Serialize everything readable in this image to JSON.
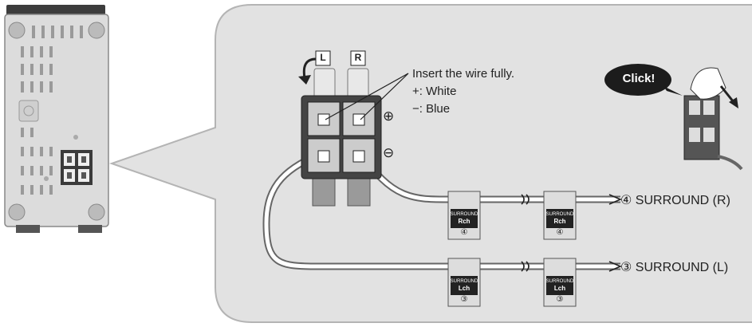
{
  "callout": {
    "heading": "Insert the wire fully.",
    "plus_line": "+: White",
    "minus_line": "−: Blue"
  },
  "click_bubble": "Click!",
  "terminal_labels": {
    "left": "L",
    "right": "R"
  },
  "polarity": {
    "plus": "⊕",
    "minus": "⊖"
  },
  "cables": [
    {
      "label": "④ SURROUND (R)",
      "tag_top": "SURROUND",
      "tag_mid": "Rch",
      "tag_num": "④"
    },
    {
      "label": "③ SURROUND (L)",
      "tag_top": "SURROUND",
      "tag_mid": "Lch",
      "tag_num": "③"
    }
  ],
  "colors": {
    "panel_bg": "#e2e2e2",
    "panel_border": "#b4b4b4",
    "speaker_body": "#dcdcdc",
    "terminal_dark": "#444444",
    "wire_white": "#ffffff",
    "wire_gray": "#8a8a8a",
    "bubble": "#1c1c1c"
  },
  "icons": [
    "rotate-arrow-icon",
    "press-arrow-icon",
    "finger-press-icon"
  ]
}
